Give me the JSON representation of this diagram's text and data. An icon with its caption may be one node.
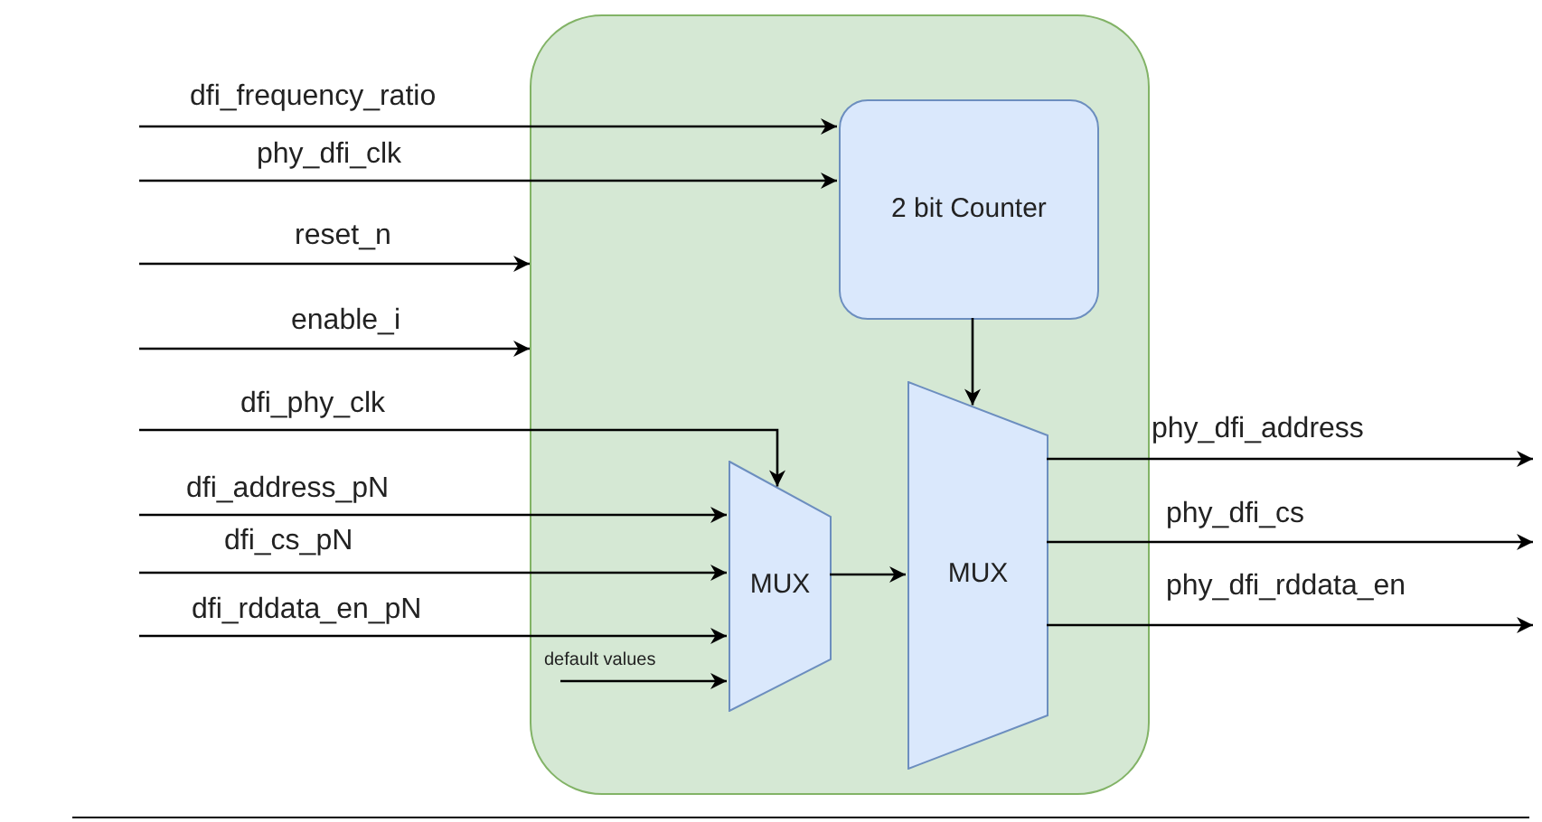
{
  "diagram": {
    "nodes": [
      {
        "text": [],
        "shape": "box"
      },
      {
        "text": [
          "2 bit Counter"
        ],
        "in": 0
      },
      {
        "text": [
          "MUX"
        ],
        "in": 0
      },
      {
        "text": [
          "MUX"
        ],
        "in": 0
      }
    ],
    "edges": [
      {
        "from": null,
        "to": 1,
        "arrow": "to",
        "label": "dfi_frequency_ratio"
      },
      {
        "from": null,
        "to": 1,
        "arrow": "to",
        "label": "phy_dfi_clk"
      },
      {
        "from": null,
        "to": 0,
        "arrow": "to",
        "label": "reset_n"
      },
      {
        "from": null,
        "to": 0,
        "arrow": "to",
        "label": "enable_i"
      },
      {
        "from": null,
        "to": 2,
        "arrow": "to",
        "label": "dfi_phy_clk"
      },
      {
        "from": null,
        "to": 2,
        "arrow": "to",
        "label": "dfi_address_pN"
      },
      {
        "from": null,
        "to": 2,
        "arrow": "to",
        "label": "dfi_cs_pN"
      },
      {
        "from": null,
        "to": 2,
        "arrow": "to",
        "label": "dfi_rddata_en_pN"
      },
      {
        "from": null,
        "to": 2,
        "arrow": "to",
        "label": "default values"
      },
      {
        "from": 2,
        "to": 3,
        "arrow": "to"
      },
      {
        "from": 1,
        "to": 3,
        "arrow": "to"
      },
      {
        "from": 3,
        "to": null,
        "arrow": "to",
        "label": "phy_dfi_address"
      },
      {
        "from": 3,
        "to": null,
        "arrow": "to",
        "label": "phy_dfi_cs"
      },
      {
        "from": 3,
        "to": null,
        "arrow": "to",
        "label": "phy_dfi_rddata_en"
      }
    ]
  }
}
